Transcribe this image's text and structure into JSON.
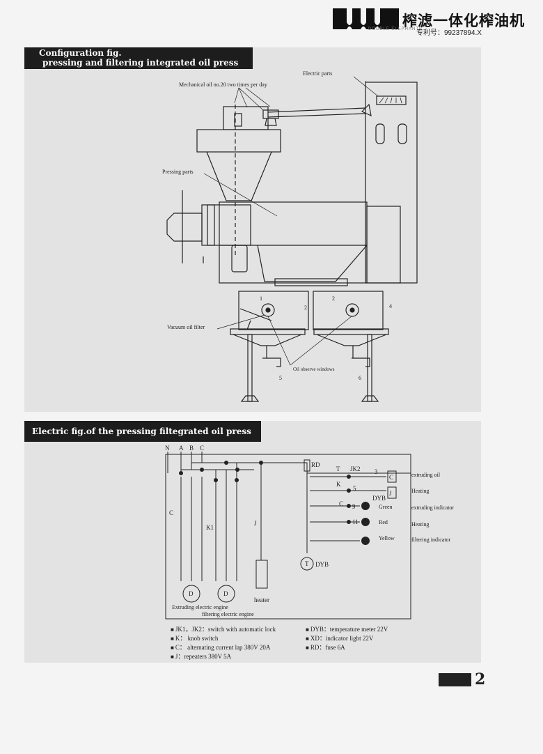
{
  "header": {
    "brand_cn": "榨滤一体化榨油机",
    "brand_en": "DOUBLE ELEPHANTS",
    "patent": "专利号：99237894.X"
  },
  "config": {
    "title_line1": "Configuration fig.",
    "title_line2": "pressing and filtering integrated oil press",
    "labels": {
      "electric_parts": "Electric parts",
      "mechanical_oil": "Mechanical oil no.20 two times per day",
      "pressing_parts": "Pressing parts",
      "vacuum_filter": "Vacuum oil filter",
      "observe_windows": "Oil observe windows"
    },
    "numbers": [
      "1",
      "2",
      "2",
      "4",
      "5",
      "6"
    ]
  },
  "electric": {
    "title": "Electric fig.of the pressing filtegrated oil press",
    "phases": [
      "N",
      "A",
      "B",
      "C"
    ],
    "labels": {
      "rd": "RD",
      "jk2": "JK2",
      "three": "3",
      "c_box": "C",
      "j_box": "J",
      "k": "K",
      "five": "5",
      "dyb": "DYB",
      "c2": "C",
      "nine": "9",
      "eleven": "11",
      "c_left": "C",
      "k1": "K1",
      "j": "J",
      "t": "T",
      "dyb2": "DYB",
      "t2": "T",
      "d": "D",
      "d2": "D",
      "heater": "heater",
      "extruding_engine": "Extruding electric engine",
      "filtering_engine": "filtering electric engine"
    },
    "lamp_colors": [
      "Green",
      "Red",
      "Yellow"
    ],
    "outputs": [
      "extruding oil",
      "Heating",
      "extruding indicator",
      "Heating",
      "filtering indicator"
    ],
    "legend": [
      "JK1，JK2：switch with automatic lock",
      "K：  knob switch",
      "C：  alternating current lap  380V  20A",
      "J：repeaters  380V  5A",
      "DYB：temperature meter   22V",
      "XD：indicator light 22V",
      "RD：fuse 6A"
    ]
  },
  "page_number": "2"
}
